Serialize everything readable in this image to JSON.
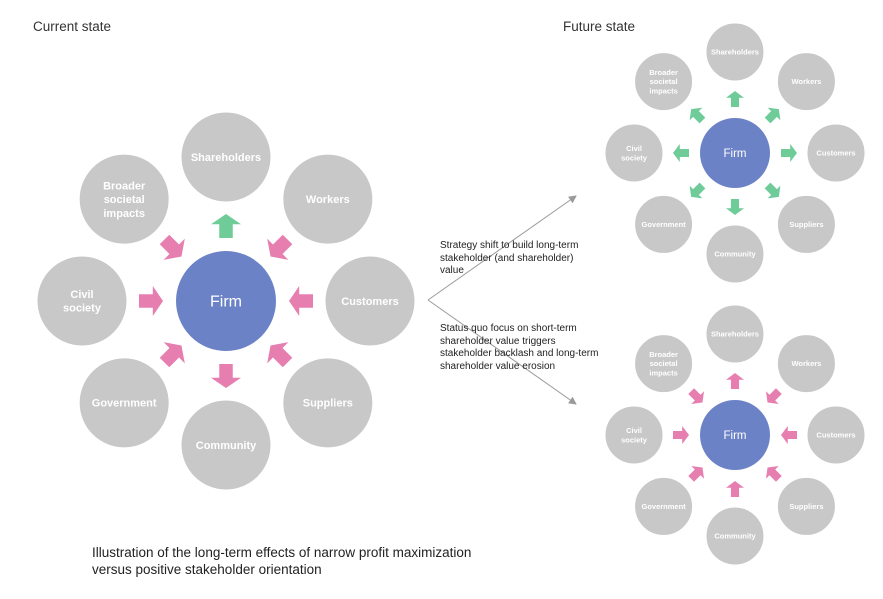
{
  "titles": {
    "current": "Current state",
    "future": "Future state"
  },
  "annotations": {
    "strategy": "Strategy shift to build long-term stakeholder (and shareholder) value",
    "status_quo": "Status quo focus on short-term shareholder value triggers stakeholder backlash and long-term shareholder value erosion"
  },
  "caption": "Illustration of the long-term effects of narrow profit maximization versus positive stakeholder orientation",
  "center_label": "Firm",
  "stakeholders": [
    "Shareholders",
    "Workers",
    "Customers",
    "Suppliers",
    "Community",
    "Government",
    "Civil society",
    "Broader societal impacts"
  ],
  "colors": {
    "node": "#c8c8c8",
    "node_stroke": "#ffffff",
    "firm": "#6b82c6",
    "green": "#6fcc98",
    "pink": "#e67fb0",
    "connector": "#9a9a9a"
  },
  "diagrams": [
    {
      "id": "current",
      "arrows": [
        "out-green",
        "in-pink",
        "in-pink",
        "in-pink",
        "out-pink",
        "in-pink",
        "in-pink",
        "in-pink"
      ]
    },
    {
      "id": "future-top",
      "arrows": [
        "out-green",
        "out-green",
        "out-green",
        "out-green",
        "out-green",
        "out-green",
        "out-green",
        "out-green"
      ]
    },
    {
      "id": "future-bottom",
      "arrows": [
        "out-pink",
        "in-pink",
        "in-pink",
        "in-pink",
        "in-pink",
        "in-pink",
        "in-pink",
        "in-pink"
      ]
    }
  ]
}
